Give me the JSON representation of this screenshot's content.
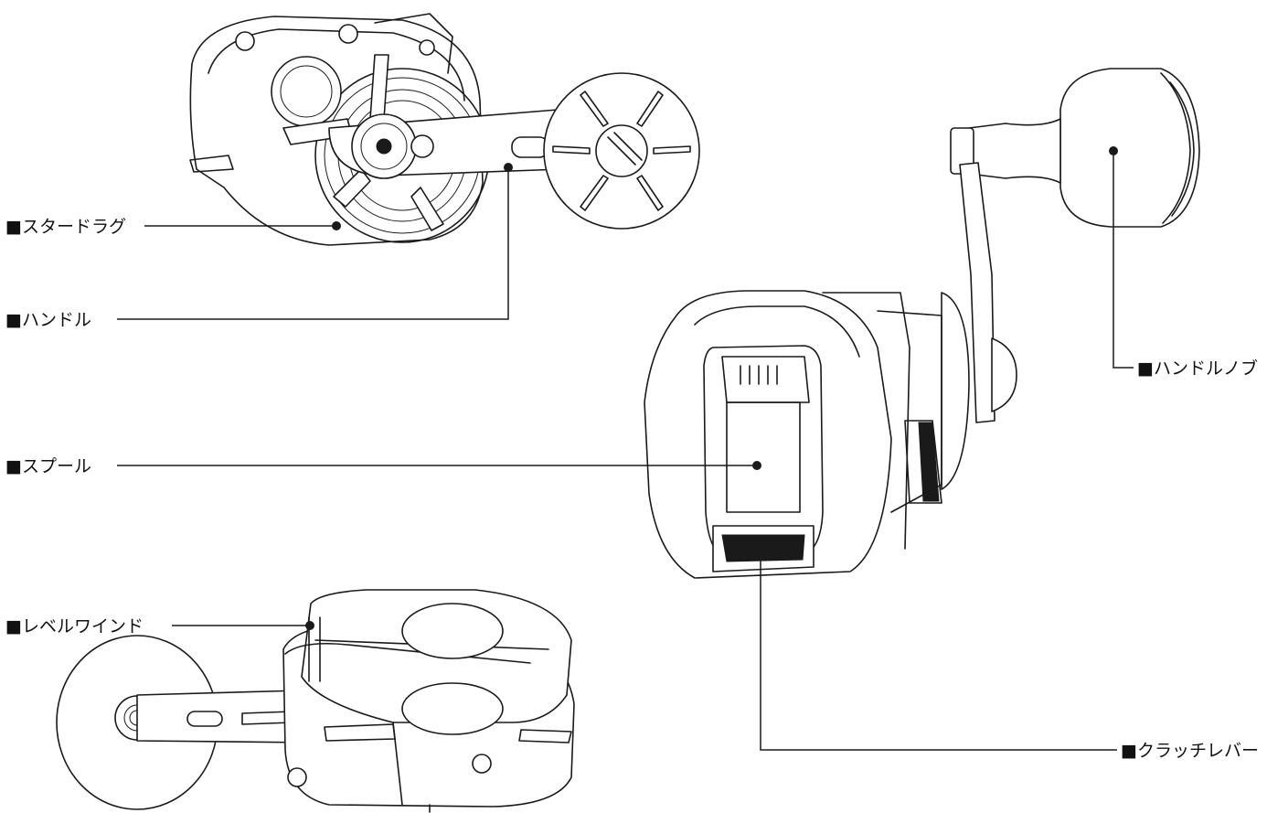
{
  "labels": {
    "star_drag": "■スタードラグ",
    "handle": "■ハンドル",
    "spool": "■スプール",
    "level_wind": "■レベルワインド",
    "handle_knob": "■ハンドルノブ",
    "clutch_lever": "■クラッチレバー"
  }
}
